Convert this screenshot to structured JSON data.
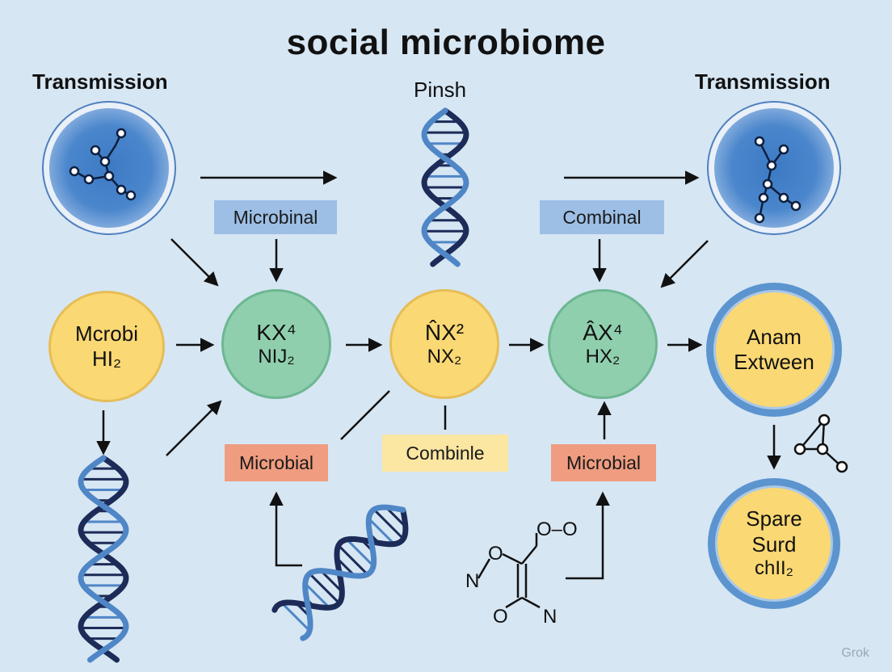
{
  "title": "social microbiome",
  "headers": {
    "left": "Transmission",
    "center": "Pinsh",
    "right": "Transmission"
  },
  "tags": {
    "microbinal": "Microbinal",
    "combinal": "Combinal",
    "microbial_left": "Microbial",
    "combinle": "Combinle",
    "microbial_right": "Microbial"
  },
  "nodes": {
    "n1": {
      "line1": "Mcrobi",
      "line2": "HI₂"
    },
    "n2": {
      "line1": "KX⁴",
      "line2": "NIJ₂"
    },
    "n3": {
      "line1": "N̂X²",
      "line2": "NX₂"
    },
    "n4": {
      "line1": "ÂX⁴",
      "line2": "HX₂"
    },
    "n5": {
      "line1": "Anam",
      "line2": "Extween"
    },
    "n6": {
      "line1": "Spare",
      "line2": "Surd",
      "line3": "chII₂"
    }
  },
  "molecule_labels": {
    "n_left": "N",
    "o_left": "O",
    "o_top": "O–O",
    "o_bottom": "O",
    "n_bottom": "N"
  },
  "watermark": "Grok",
  "colors": {
    "background": "#d6e6f3",
    "yellow_node": "#fad873",
    "green_node": "#8fcfae",
    "blue_tag": "#9dbfe6",
    "red_tag": "#ef9c80",
    "yellow_tag": "#fbe6a2",
    "dna_dark": "#1c2b57",
    "dna_blue": "#4f86c6"
  }
}
